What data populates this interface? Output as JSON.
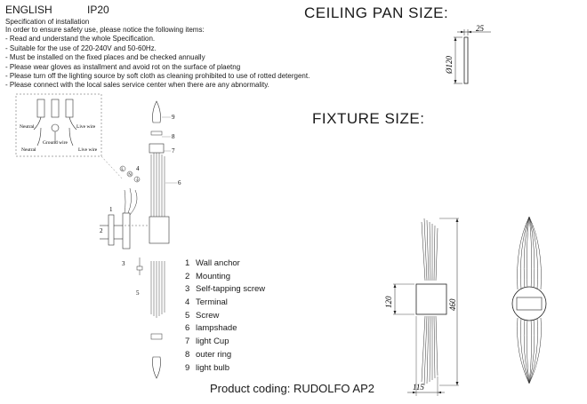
{
  "header": {
    "language": "ENGLISH",
    "ip_rating": "IP20"
  },
  "spec": {
    "title": "Specification of installation",
    "items": [
      "In order to ensure safety use, please notice the following items:",
      "- Read and understand the whole Specification.",
      "- Suitable for the use of 220-240V and 50-60Hz.",
      "- Must be installed on the fixed places and be checked annually",
      "- Please wear gloves as installment and avoid rot on the surface of plaetng",
      "- Please turn off the lighting source by soft cloth as cleaning prohibited to use of rotted detergent.",
      "- Please connect with the local sales service center when there are any abnormality."
    ]
  },
  "ceiling_pan": {
    "title": "CEILING PAN SIZE:",
    "diameter": "Ø120",
    "depth": "25"
  },
  "fixture": {
    "title": "FIXTURE SIZE:",
    "height": "460",
    "plate_height": "120",
    "depth": "115"
  },
  "wiring": {
    "neutral_top": "Neutral",
    "live_top": "Live wire",
    "ground": "Ground wire",
    "neutral_bottom": "Neutral",
    "live_bottom": "Live wire",
    "terminal_marks": [
      "L",
      "N",
      "⏚"
    ]
  },
  "callouts": [
    "1",
    "2",
    "3",
    "4",
    "5",
    "6",
    "7",
    "8",
    "9"
  ],
  "legend": [
    {
      "num": "1",
      "label": "Wall anchor"
    },
    {
      "num": "2",
      "label": "Mounting"
    },
    {
      "num": "3",
      "label": "Self-tapping screw"
    },
    {
      "num": "4",
      "label": "Terminal"
    },
    {
      "num": "5",
      "label": "Screw"
    },
    {
      "num": "6",
      "label": "lampshade"
    },
    {
      "num": "7",
      "label": "light Cup"
    },
    {
      "num": "8",
      "label": "outer ring"
    },
    {
      "num": "9",
      "label": "light bulb"
    }
  ],
  "product_coding": "Product coding: RUDOLFO AP2"
}
